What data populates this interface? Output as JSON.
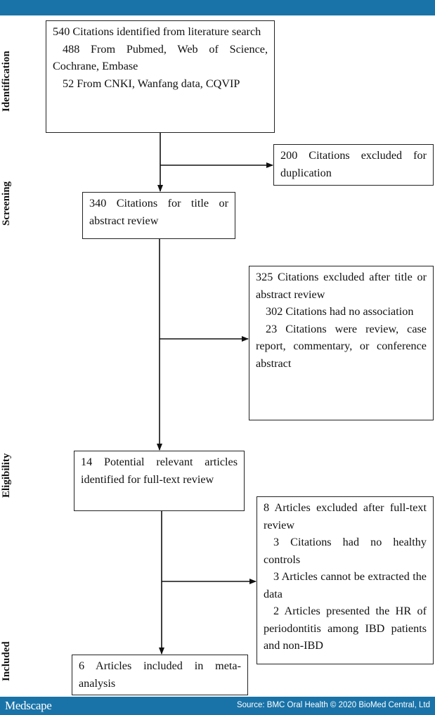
{
  "brand": "Medscape",
  "source": "Source: BMC Oral Health © 2020 BioMed Central, Ltd",
  "stages": {
    "identification": "Identification",
    "screening": "Screening",
    "eligibility": "Eligibility",
    "included": "Included"
  },
  "boxes": {
    "identified": {
      "title": "540 Citations identified from literature search",
      "line1": "488 From Pubmed, Web of Science, Cochrane, Embase",
      "line2": "52 From CNKI, Wanfang data, CQVIP"
    },
    "duplicates": {
      "title": "200 Citations excluded for duplication"
    },
    "screened": {
      "title": "340 Citations for title or abstract review"
    },
    "excluded_abstract": {
      "title": "325 Citations excluded after title or abstract review",
      "line1": "302 Citations had no association",
      "line2": "23 Citations were review, case report, commentary, or conference abstract"
    },
    "full_text": {
      "title": "14 Potential relevant articles identified for full-text review"
    },
    "excluded_full_text": {
      "title": "8 Articles excluded after full-text review",
      "line1": "3 Citations had no healthy controls",
      "line2": "3 Articles cannot be extracted the data",
      "line3": "2 Articles presented the HR of periodontitis among IBD patients and non-IBD"
    },
    "included": {
      "title": "6 Articles included in meta-analysis"
    }
  }
}
